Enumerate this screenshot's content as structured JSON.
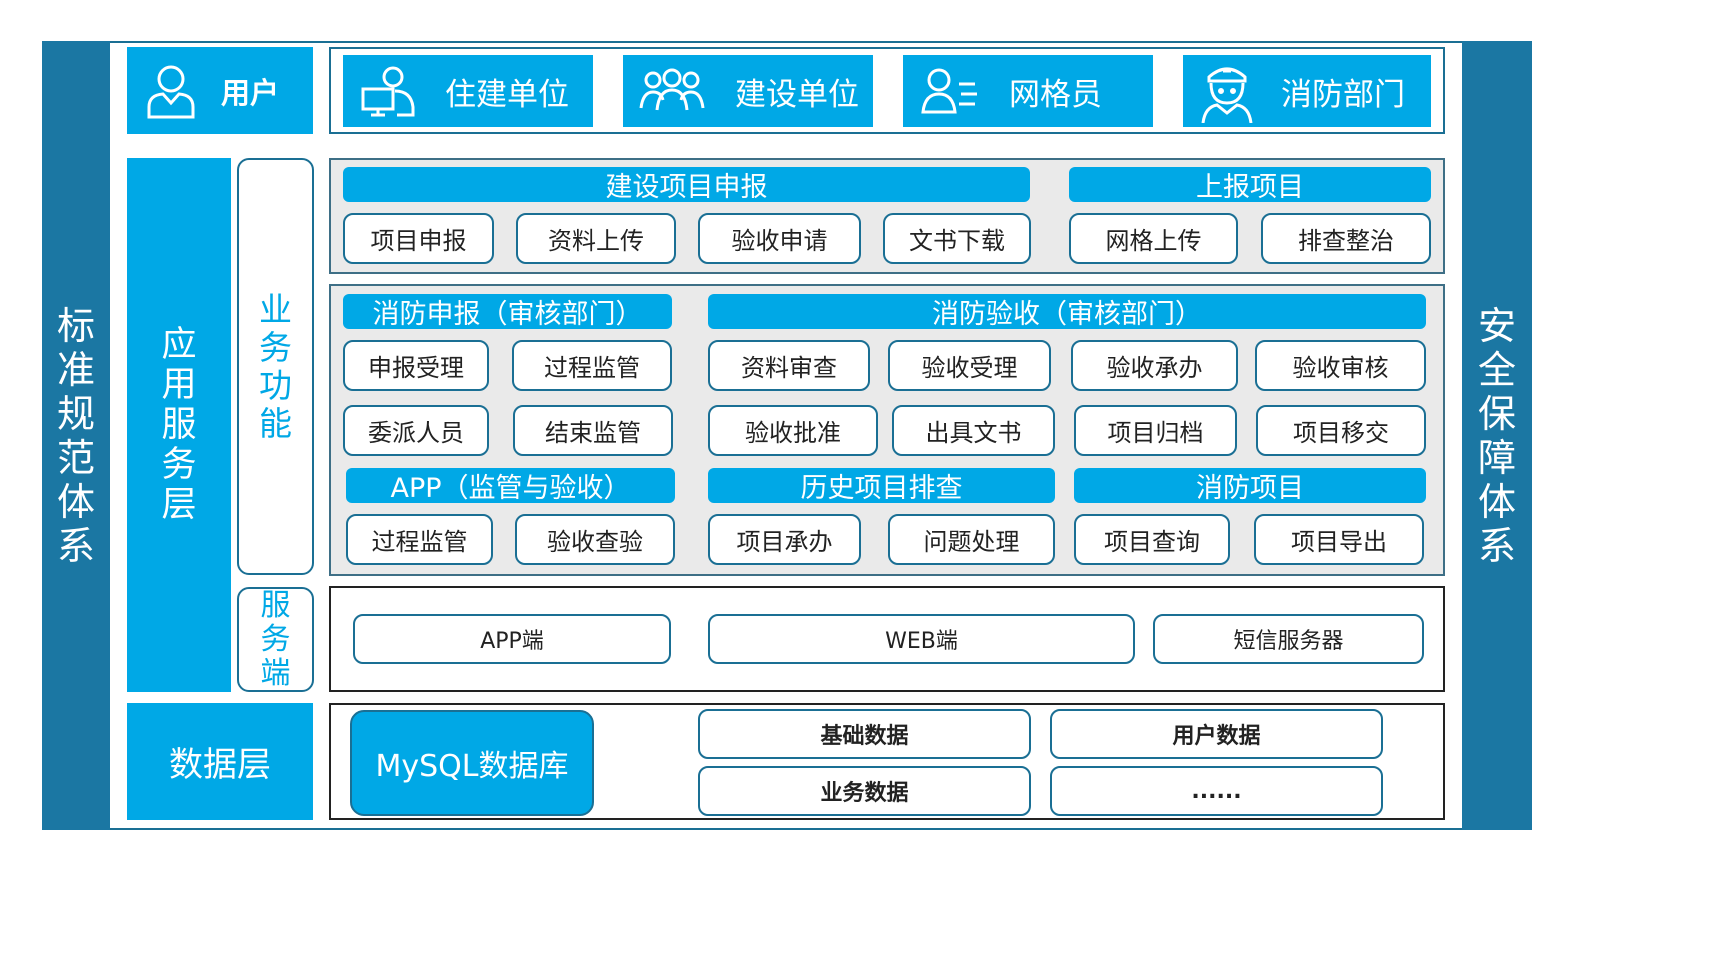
{
  "left_sidebar": "标准规范体系",
  "right_sidebar": "安全保障体系",
  "users": {
    "label": "用户",
    "items": [
      {
        "label": "住建单位",
        "icon": "computer-user-icon"
      },
      {
        "label": "建设单位",
        "icon": "group-icon"
      },
      {
        "label": "网格员",
        "icon": "user-list-icon"
      },
      {
        "label": "消防部门",
        "icon": "firefighter-icon"
      }
    ]
  },
  "app_layer": {
    "label": "应用服务层",
    "business_label": "业务功能",
    "service_label": "服务端"
  },
  "project_declaration": {
    "title": "建设项目申报",
    "items": [
      "项目申报",
      "资料上传",
      "验收申请",
      "文书下载"
    ]
  },
  "report_project": {
    "title": "上报项目",
    "items": [
      "网格上传",
      "排查整治"
    ]
  },
  "fire_declaration": {
    "title": "消防申报（审核部门）",
    "items": [
      "申报受理",
      "过程监管",
      "委派人员",
      "结束监管"
    ]
  },
  "fire_acceptance": {
    "title": "消防验收（审核部门）",
    "items": [
      "资料审查",
      "验收受理",
      "验收承办",
      "验收审核",
      "验收批准",
      "出具文书",
      "项目归档",
      "项目移交"
    ]
  },
  "app_supervision": {
    "title": "APP（监管与验收）",
    "items": [
      "过程监管",
      "验收查验"
    ]
  },
  "history_check": {
    "title": "历史项目排查",
    "items": [
      "项目承办",
      "问题处理"
    ]
  },
  "fire_project": {
    "title": "消防项目",
    "items": [
      "项目查询",
      "项目导出"
    ]
  },
  "services": [
    "APP端",
    "WEB端",
    "短信服务器"
  ],
  "data_layer": {
    "label": "数据层",
    "db": "MySQL数据库",
    "items": [
      "基础数据",
      "用户数据",
      "业务数据",
      "......"
    ]
  },
  "colors": {
    "sidebar": "#1b77a3",
    "accent": "#00a8e6",
    "border": "#1a6f94"
  }
}
